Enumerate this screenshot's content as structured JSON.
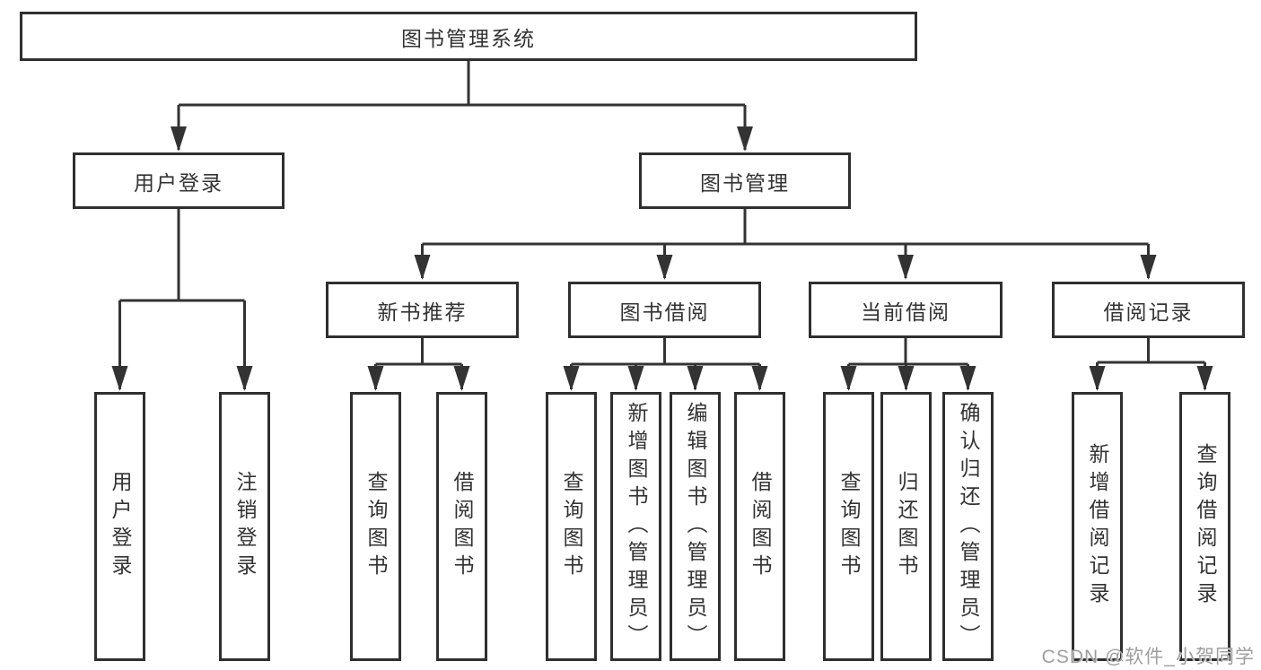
{
  "diagram": {
    "root": {
      "label": "图书管理系统"
    },
    "level2": [
      {
        "label": "用户登录"
      },
      {
        "label": "图书管理"
      }
    ],
    "level3": [
      {
        "label": "新书推荐"
      },
      {
        "label": "图书借阅"
      },
      {
        "label": "当前借阅"
      },
      {
        "label": "借阅记录"
      }
    ],
    "leaves": {
      "user_login": [
        {
          "label": "用户登录"
        },
        {
          "label": "注销登录"
        }
      ],
      "new_book": [
        {
          "label": "查询图书"
        },
        {
          "label": "借阅图书"
        }
      ],
      "book_borrow": [
        {
          "label": "查询图书"
        },
        {
          "label": "新增图书（管理员）"
        },
        {
          "label": "编辑图书（管理员）"
        },
        {
          "label": "借阅图书"
        }
      ],
      "current_borrow": [
        {
          "label": "查询图书"
        },
        {
          "label": "归还图书"
        },
        {
          "label": "确认归还（管理员）"
        }
      ],
      "borrow_record": [
        {
          "label": "新增借阅记录"
        },
        {
          "label": "查询借阅记录"
        }
      ]
    }
  },
  "watermark": {
    "text": "CSDN @软件_小贺同学"
  },
  "colors": {
    "line": "#333333",
    "box_border": "#2f2f2f",
    "box_fill": "#ffffff",
    "text": "#333333",
    "watermark": "#9e9e9e",
    "background": "#ffffff"
  }
}
